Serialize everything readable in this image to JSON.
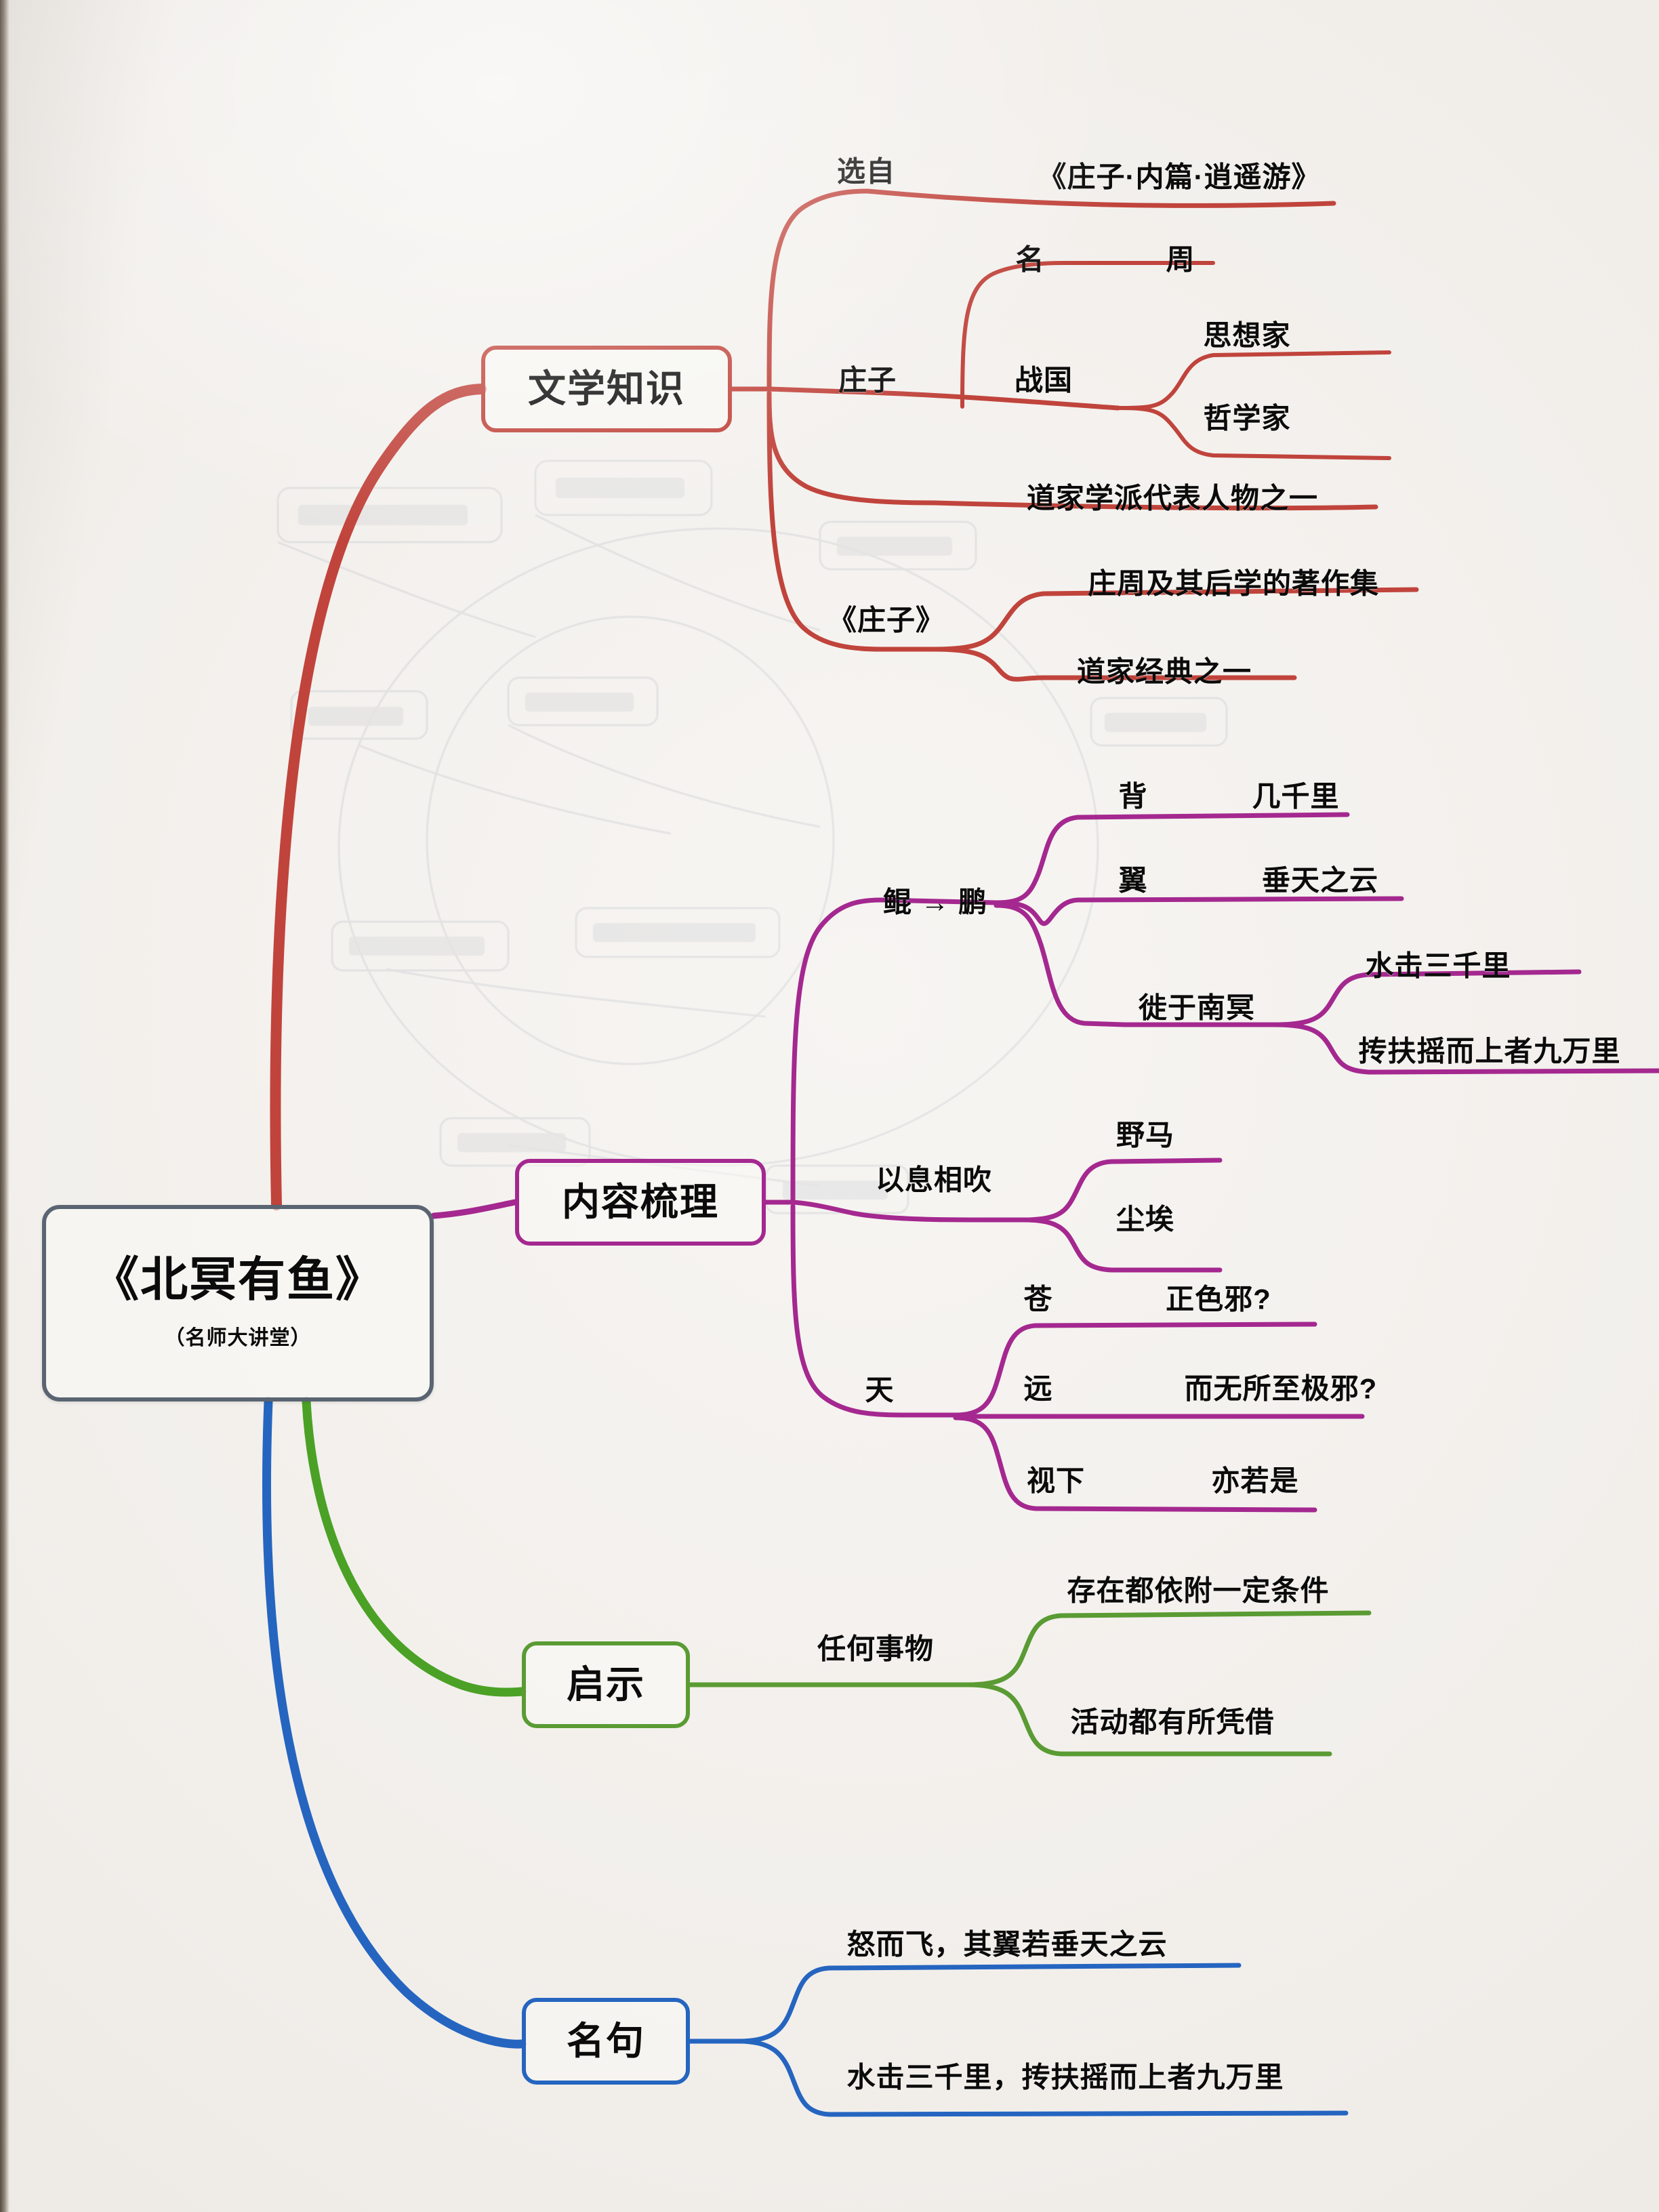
{
  "meta": {
    "kind": "mind-map",
    "colors": {
      "paper": "#f2efeb",
      "central_border": "#5a6472",
      "literature": "#c0443c",
      "content": "#a4288f",
      "inspiration": "#5a9b33",
      "quotes": "#2565c0"
    }
  },
  "central": {
    "title": "《北冥有鱼》",
    "subtitle": "（名师大讲堂）"
  },
  "branches": [
    {
      "id": "literature",
      "label": "文学知识",
      "color": "#c0443c",
      "items": [
        {
          "label": "选自",
          "children": [
            {
              "label": "《庄子·内篇·逍遥游》"
            }
          ]
        },
        {
          "label": "庄子",
          "children": [
            {
              "label": "名",
              "children": [
                {
                  "label": "周"
                }
              ]
            },
            {
              "label": "战国",
              "children": [
                {
                  "label": "思想家"
                },
                {
                  "label": "哲学家"
                }
              ]
            },
            {
              "label": "道家学派代表人物之一"
            }
          ]
        },
        {
          "label": "《庄子》",
          "children": [
            {
              "label": "庄周及其后学的著作集"
            },
            {
              "label": "道家经典之一"
            }
          ]
        }
      ]
    },
    {
      "id": "content",
      "label": "内容梳理",
      "color": "#a4288f",
      "items": [
        {
          "label": "鲲 → 鹏",
          "children": [
            {
              "label": "背",
              "children": [
                {
                  "label": "几千里"
                }
              ]
            },
            {
              "label": "翼",
              "children": [
                {
                  "label": "垂天之云"
                }
              ]
            },
            {
              "label": "徙于南冥",
              "children": [
                {
                  "label": "水击三千里"
                },
                {
                  "label": "抟扶摇而上者九万里"
                }
              ]
            }
          ]
        },
        {
          "label": "以息相吹",
          "children": [
            {
              "label": "野马"
            },
            {
              "label": "尘埃"
            }
          ]
        },
        {
          "label": "天",
          "children": [
            {
              "label": "苍",
              "children": [
                {
                  "label": "正色邪?"
                }
              ]
            },
            {
              "label": "远",
              "children": [
                {
                  "label": "而无所至极邪?"
                }
              ]
            },
            {
              "label": "视下",
              "children": [
                {
                  "label": "亦若是"
                }
              ]
            }
          ]
        }
      ]
    },
    {
      "id": "inspiration",
      "label": "启示",
      "color": "#5a9b33",
      "items": [
        {
          "label": "任何事物",
          "children": [
            {
              "label": "存在都依附一定条件"
            },
            {
              "label": "活动都有所凭借"
            }
          ]
        }
      ]
    },
    {
      "id": "quotes",
      "label": "名句",
      "color": "#2565c0",
      "items": [
        {
          "label": "怒而飞，其翼若垂天之云"
        },
        {
          "label": "水击三千里，抟扶摇而上者九万里"
        }
      ]
    }
  ],
  "labels": {
    "lit": {
      "xuanzi": "选自",
      "source": "《庄子·内篇·逍遥游》",
      "zhuangzi": "庄子",
      "ming": "名",
      "zhou": "周",
      "zhanguo": "战国",
      "sixiangjia": "思想家",
      "zhexuejia": "哲学家",
      "daojia_rep": "道家学派代表人物之一",
      "zhuangzi_book": "《庄子》",
      "zhuzuoji": "庄周及其后学的著作集",
      "daojia_classic": "道家经典之一"
    },
    "cont": {
      "kun_peng": "鲲 → 鹏",
      "bei": "背",
      "ji_qian_li": "几千里",
      "yi": "翼",
      "chuitianzhiyun": "垂天之云",
      "xiyunanming": "徙于南冥",
      "shuiji": "水击三千里",
      "tuanfuyao": "抟扶摇而上者九万里",
      "yixixiangchui": "以息相吹",
      "yema": "野马",
      "chenai": "尘埃",
      "tian": "天",
      "cang": "苍",
      "zhengseye": "正色邪?",
      "yuan": "远",
      "erwusuozhijiye": "而无所至极邪?",
      "shixia": "视下",
      "yiruoshi": "亦若是"
    },
    "insp": {
      "renheshiwu": "任何事物",
      "cunzai": "存在都依附一定条件",
      "huodong": "活动都有所凭借"
    },
    "quote": {
      "q1": "怒而飞，其翼若垂天之云",
      "q2": "水击三千里，抟扶摇而上者九万里"
    }
  }
}
